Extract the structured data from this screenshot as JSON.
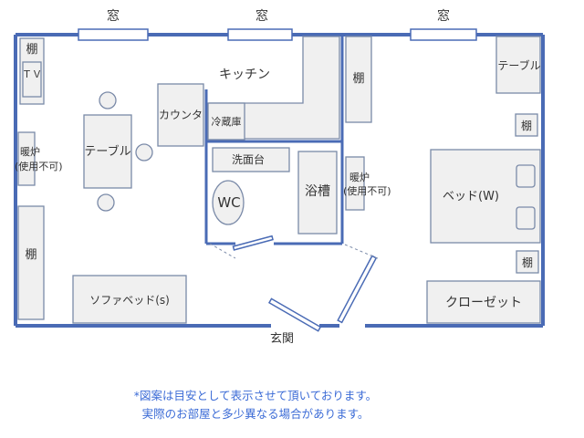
{
  "colors": {
    "wall": "#4a6bb5",
    "furniture_fill": "#f0f0f0",
    "furniture_stroke": "#7a8aa8",
    "note_text": "#3b6bd6"
  },
  "windows": [
    "窓",
    "窓",
    "窓"
  ],
  "labels": {
    "shelf_top_left": "棚",
    "tv": "ＴＶ",
    "table_left": "テーブル",
    "heater_left_1": "暖炉",
    "heater_left_2": "(使用不可)",
    "shelf_left": "棚",
    "counter": "カウンタ",
    "kitchen": "キッチン",
    "fridge": "冷蔵庫",
    "washbasin": "洗面台",
    "wc": "WC",
    "bathtub": "浴槽",
    "shelf_center": "棚",
    "heater_right_1": "暖炉",
    "heater_right_2": "(使用不可)",
    "table_right": "テーブル",
    "shelf_right_1": "棚",
    "bed": "ベッド(W)",
    "shelf_right_2": "棚",
    "closet": "クローゼット",
    "sofa_bed": "ソファベッド(s)",
    "entrance": "玄関"
  },
  "note": {
    "line1": "*図案は目安として表示させて頂いております。",
    "line2": "実際のお部屋と多少異なる場合があります。"
  }
}
